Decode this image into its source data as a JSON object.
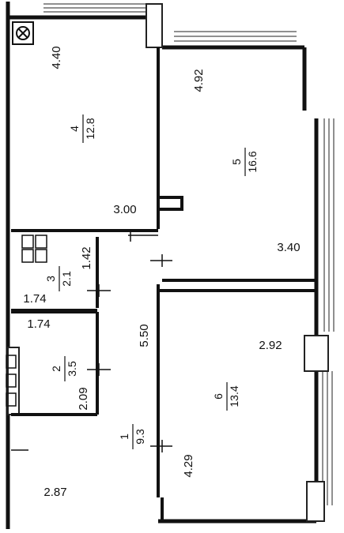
{
  "rooms": [
    {
      "id": "4",
      "area": "12.8"
    },
    {
      "id": "5",
      "area": "16.6"
    },
    {
      "id": "3",
      "area": "2.1"
    },
    {
      "id": "2",
      "area": "3.5"
    },
    {
      "id": "1",
      "area": "9.3"
    },
    {
      "id": "6",
      "area": "13.4"
    }
  ],
  "dimensions": {
    "room4_height": "4.40",
    "room4_width": "3.00",
    "room5_height": "4.92",
    "room5_width": "3.40",
    "room3_height": "1.42",
    "room3_width": "1.74",
    "room2_width": "1.74",
    "room2_height": "2.09",
    "hall_length": "5.50",
    "room6_width": "2.92",
    "room6_height": "4.29",
    "hall_width": "2.87"
  }
}
